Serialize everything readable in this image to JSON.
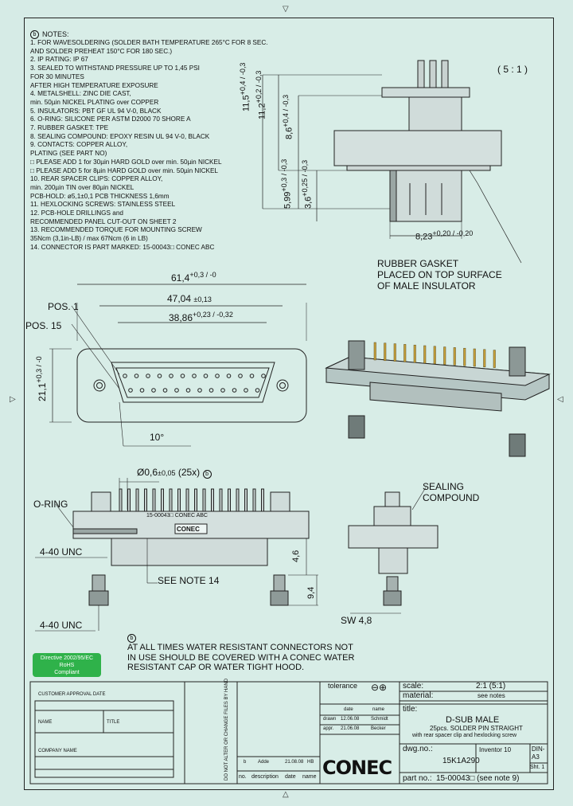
{
  "scale_note": "( 5 : 1 )",
  "notes": {
    "title": "NOTES:",
    "revision": "b",
    "lines": [
      "1. FOR WAVESOLDERING (SOLDER BATH TEMPERATURE 265°C FOR 8 SEC.",
      "    AND SOLDER PREHEAT 150°C FOR 180 SEC.)",
      "2. IP RATING: IP 67",
      "3. SEALED TO WITHSTAND PRESSURE UP TO 1,45 PSI",
      "    FOR 30 MINUTES",
      "    AFTER HIGH TEMPERATURE EXPOSURE",
      "4. METALSHELL: ZINC DIE CAST,",
      "    min. 50µin NICKEL PLATING over COPPER",
      "5. INSULATORS: PBT GF UL 94 V-0, BLACK",
      "6. O-RING: SILICONE PER ASTM D2000  70 SHORE A",
      "7. RUBBER GASKET: TPE",
      "8. SEALING COMPOUND: EPOXY RESIN UL 94 V-0, BLACK",
      "9. CONTACTS: COPPER ALLOY,",
      "    PLATING (SEE PART NO)",
      "    □ PLEASE ADD 1 for 30µin HARD GOLD over min. 50µin NICKEL",
      "    □ PLEASE ADD 5 for 8µin HARD GOLD over min. 50µin NICKEL",
      "10. REAR SPACER CLIPS: COPPER ALLOY,",
      "    min. 200µin TIN over 80µin NICKEL",
      "    PCB-HOLD: ø5,1±0,1  PCB THICKNESS 1,6mm",
      "11. HEXLOCKING SCREWS: STAINLESS STEEL",
      "12. PCB-HOLE DRILLINGS and",
      "    RECOMMENDED PANEL CUT-OUT ON SHEET 2",
      "13. RECOMMENDED TORQUE FOR MOUNTING SCREW",
      "    35Ncm (3,1in-LB) / max 67Ncm (6 in LB)",
      "14. CONNECTOR IS PART MARKED:  15-00043□ CONEC ABC"
    ]
  },
  "dims": {
    "d1": "11,5",
    "d1_tol": "+0,4 / -0,3",
    "d2": "11,2",
    "d2_tol": "+0,2 / -0,3",
    "d3": "8,6",
    "d3_tol": "+0,4 / -0,3",
    "d4": "5,99",
    "d4_tol": "+0,3 / -0,3",
    "d5": "3,6",
    "d5_tol": "+0,25 / -0,3",
    "d6": "8,23",
    "d6_tol": "+0,20 / -0,20",
    "w1": "61,4",
    "w1_tol": "+0,3 / -0",
    "w2": "47,04",
    "w2_tol": "±0,13",
    "w3": "38,86",
    "w3_tol": "+0,23 / -0,32",
    "h1": "21,1",
    "h1_tol": "+0,3 / -0",
    "angle": "10°",
    "pin_dia": "Ø0,6",
    "pin_tol": "±0,05",
    "pin_count": "(25x)",
    "screw1": "4-40 UNC",
    "screw2": "4-40 UNC",
    "len1": "4,6",
    "len2": "9,4",
    "sw": "SW 4,8"
  },
  "labels": {
    "rubber_gasket": [
      "RUBBER GASKET",
      "PLACED ON TOP SURFACE",
      "OF MALE INSULATOR"
    ],
    "pos1": "POS. 1",
    "pos15": "POS. 15",
    "oring": "O-RING",
    "sealing": [
      "SEALING",
      "COMPOUND"
    ],
    "see_note": "SEE NOTE 14",
    "part_marking": "15-00043□  CONEC ABC",
    "shell_marking": "CONEC"
  },
  "warning": {
    "rev": "b",
    "lines": [
      "AT ALL TIMES WATER RESISTANT CONNECTORS NOT",
      "IN USE SHOULD BE COVERED WITH A CONEC WATER",
      "RESISTANT CAP OR WATER TIGHT HOOD."
    ]
  },
  "badge": [
    "Directive 2002/95/EC",
    "RoHS",
    "Compliant"
  ],
  "title_block": {
    "tolerance": "tolerance",
    "scale_label": "scale:",
    "scale_value": "2:1 (5:1)",
    "material_label": "material:",
    "material_value": "see notes",
    "title_label": "title:",
    "title": "D-SUB MALE",
    "subtitle1": "25pcs. SOLDER PIN STRAIGHT",
    "subtitle2": "with rear spacer clip and hexlocking screw",
    "dwg_label": "dwg.no.:",
    "dwg_value": "15K1A290",
    "inventor": "Inventor 10",
    "din": "DIN-A3",
    "sht": "Sht. 1",
    "part_label": "part no.:",
    "part_value": "15-00043□ (see note 9)",
    "rev_no": "no.",
    "rev_desc": "description",
    "rev_date": "date",
    "rev_name": "name",
    "rev_b": "b",
    "rev_b_desc": "Adde",
    "rev_b_date": "21.08.08",
    "rev_b_name": "HB",
    "date_col": "date",
    "name_col": "name",
    "drawn": "drawn",
    "drawn_date": "12.06.08",
    "drawn_name": "Schmidt",
    "checked": "appr.",
    "checked_date": "21.06.08",
    "checked_name": "Becker",
    "customer_approval": "CUSTOMER APPROVAL DATE",
    "name_label": "NAME",
    "title_field": "TITLE",
    "company": "COMPANY NAME",
    "disclaimer_side": "DO NOT ALTER OR CHANGE FILES BY HAND"
  }
}
